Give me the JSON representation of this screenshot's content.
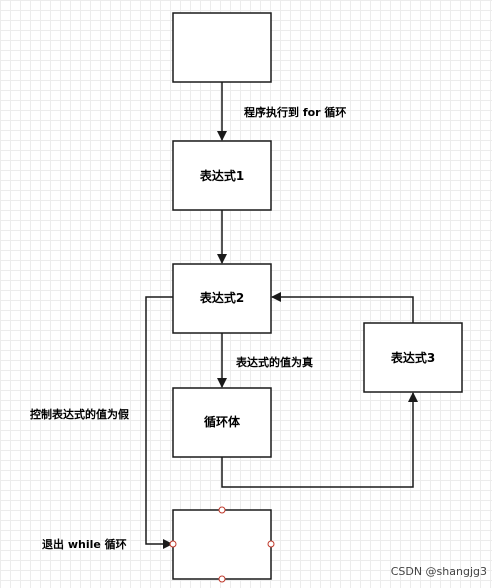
{
  "colors": {
    "stroke": "#1a1a1a",
    "handle": "#c0392b",
    "background": "#ffffff",
    "grid": "#ececec"
  },
  "nodes": {
    "start": "",
    "expr1": "表达式1",
    "expr2": "表达式2",
    "expr3": "表达式3",
    "loop_body": "循环体",
    "end": ""
  },
  "edges": {
    "start_to_expr1": "程序执行到 for 循环",
    "expr2_true": "表达式的值为真",
    "expr2_false": "控制表达式的值为假",
    "exit": "退出 while 循环"
  },
  "watermark": "CSDN @shangjg3"
}
